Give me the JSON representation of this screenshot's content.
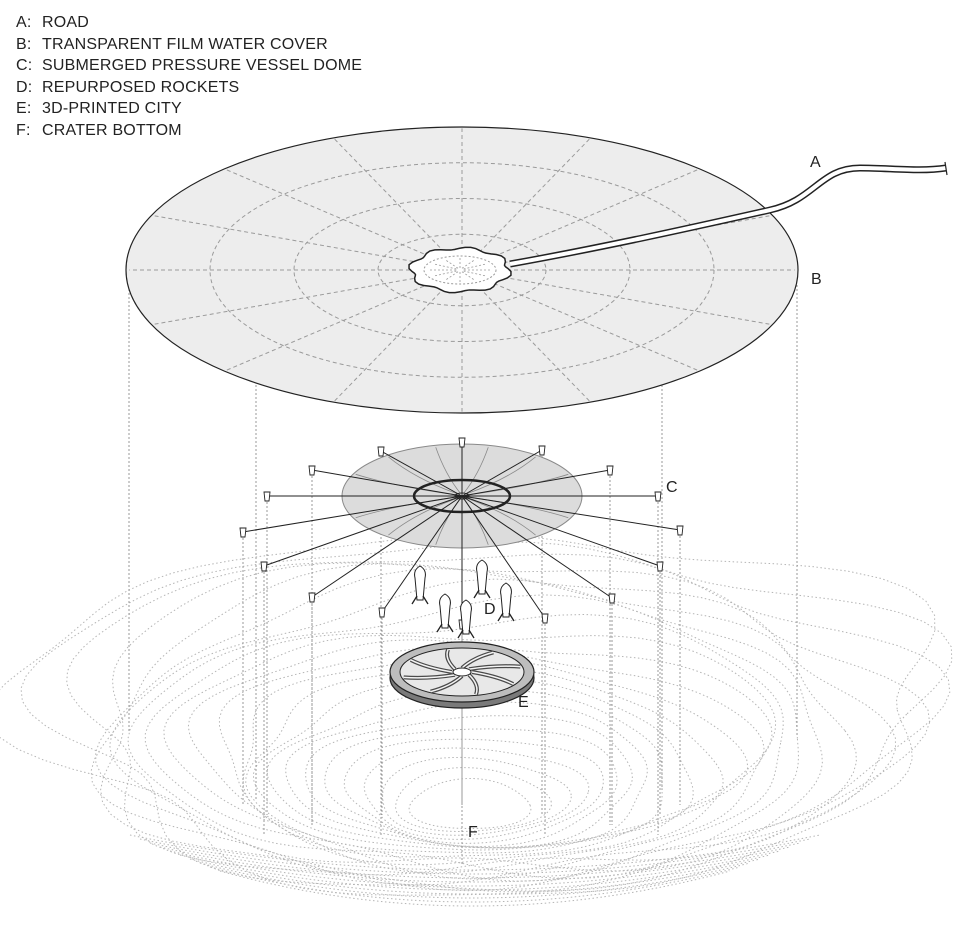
{
  "legend": [
    {
      "key": "A:",
      "label": "ROAD"
    },
    {
      "key": "B:",
      "label": "TRANSPARENT FILM WATER COVER"
    },
    {
      "key": "C:",
      "label": "SUBMERGED PRESSURE VESSEL DOME"
    },
    {
      "key": "D:",
      "label": "REPURPOSED ROCKETS"
    },
    {
      "key": "E:",
      "label": "3D-PRINTED CITY"
    },
    {
      "key": "F:",
      "label": "CRATER BOTTOM"
    }
  ],
  "callouts": {
    "a": "A",
    "b": "B",
    "c": "C",
    "d": "D",
    "e": "E",
    "f": "F"
  },
  "colors": {
    "line": "#222222",
    "cover_fill": "#ededed",
    "dome_fill": "#dcdcdc",
    "dashed": "#9a9a9a",
    "contour": "#b5b5b5"
  }
}
